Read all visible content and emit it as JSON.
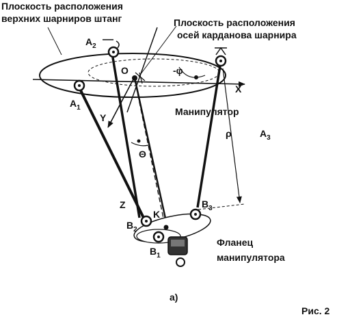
{
  "labels": {
    "upper_plane_line1": "Плоскость расположения",
    "upper_plane_line2": "верхних шарниров штанг",
    "cardan_plane_line1": "Плоскость расположения",
    "cardan_plane_line2": "осей карданова шарнира",
    "manipulator": "Манипулятор",
    "flange_line1": "Фланец",
    "flange_line2": "манипулятора",
    "subfigure": "а)",
    "figure": "Рис. 2"
  },
  "symbols": {
    "O": "O",
    "X": "X",
    "Y": "Y",
    "Z": "Z",
    "phi": "-φ",
    "theta": "Θ",
    "rho": "ρ",
    "K": "K",
    "A1": "A",
    "A1_sub": "1",
    "A2": "A",
    "A2_sub": "2",
    "A3": "A",
    "A3_sub": "3",
    "B1": "B",
    "B1_sub": "1",
    "B2": "B",
    "B2_sub": "2",
    "B3": "B",
    "B3_sub": "3"
  }
}
